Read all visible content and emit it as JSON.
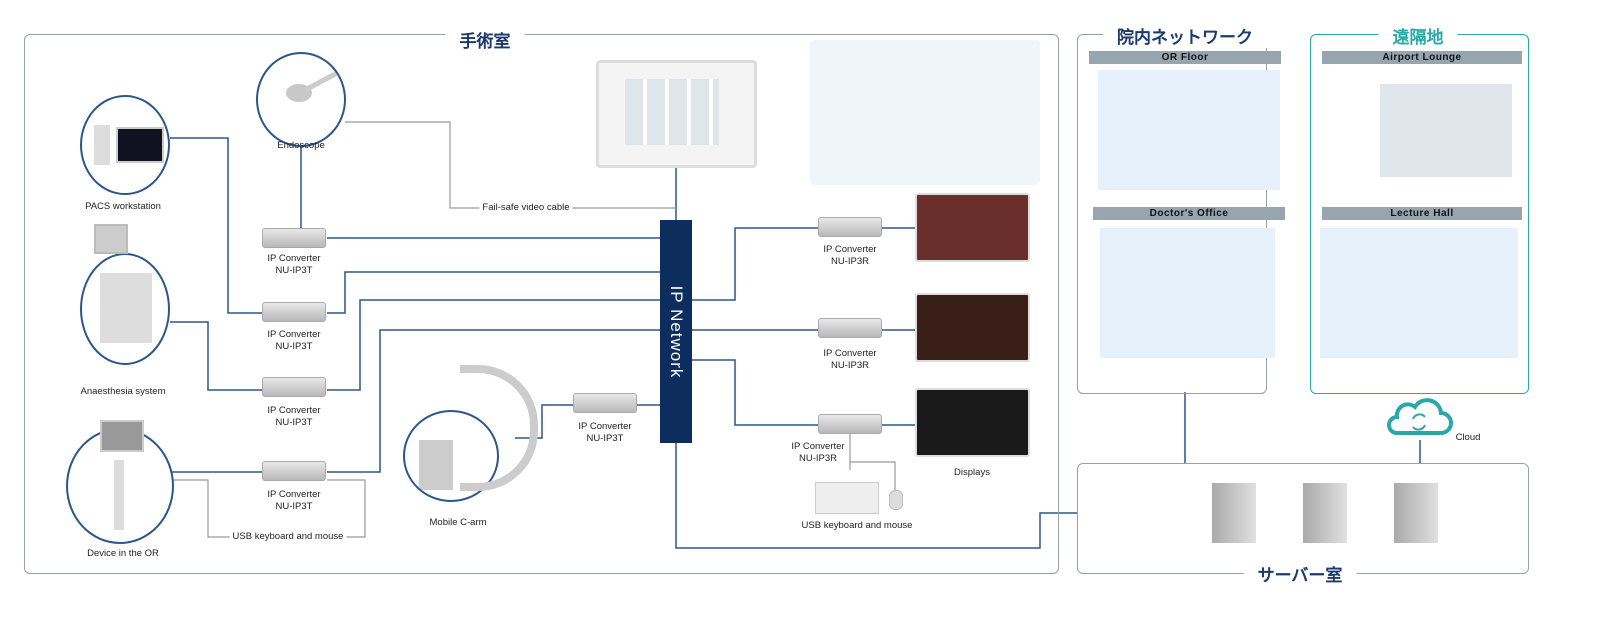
{
  "zones": {
    "or": "手術室",
    "hospital": "院内ネットワーク",
    "remote": "遠隔地",
    "server": "サーバー室"
  },
  "devices": {
    "pacs": "PACS workstation",
    "endoscope": "Endoscope",
    "anaesthesia": "Anaesthesia system",
    "device_or": "Device in the OR",
    "carm": "Mobile C-arm",
    "displays": "Displays"
  },
  "converters": {
    "t1": [
      "IP Converter",
      "NU-IP3T"
    ],
    "t2": [
      "IP Converter",
      "NU-IP3T"
    ],
    "t3": [
      "IP Converter",
      "NU-IP3T"
    ],
    "t4": [
      "IP Converter",
      "NU-IP3T"
    ],
    "t5": [
      "IP Converter",
      "NU-IP3T"
    ],
    "r1": [
      "IP Converter",
      "NU-IP3R"
    ],
    "r2": [
      "IP Converter",
      "NU-IP3R"
    ],
    "r3": [
      "IP Converter",
      "NU-IP3R"
    ]
  },
  "cables": {
    "failsafe": "Fail-safe video cable",
    "usb_left": "USB keyboard and mouse",
    "usb_right": "USB keyboard and mouse"
  },
  "network": "IP Network",
  "hospital_sites": [
    "OR Floor",
    "Doctor's Office"
  ],
  "remote_sites": [
    "Airport Lounge",
    "Lecture Hall"
  ],
  "cloud": "Cloud",
  "colors": {
    "navy": "#0d2d5e",
    "line": "#2c5687",
    "teal": "#2aa7a9",
    "gray": "#9aa0a6",
    "header": "#97a6ae"
  }
}
